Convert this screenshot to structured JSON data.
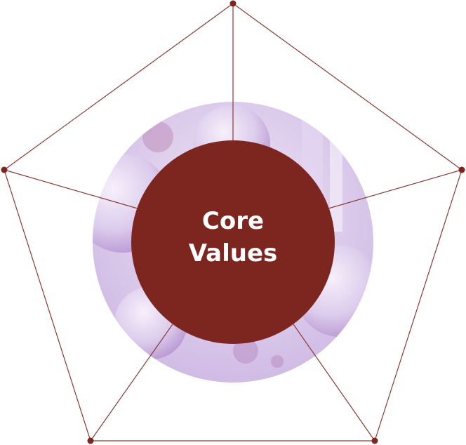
{
  "center": {
    "line1": "Core",
    "line2": "Values"
  },
  "colors": {
    "accent": "#7d2620",
    "line": "#8a3a33",
    "photo_base": "#d8c6ea",
    "photo_cell": "#e7dcf1",
    "photo_shadow": "#b89dd2"
  },
  "icons": {
    "background_photo": "cell-microscopy-photo",
    "vertex": "dot-icon"
  }
}
